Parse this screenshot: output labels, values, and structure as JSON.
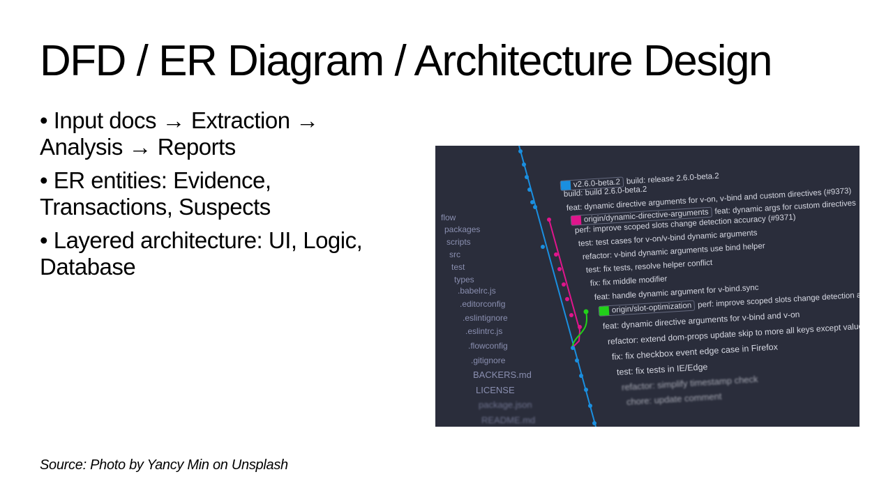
{
  "slide": {
    "title": "DFD / ER Diagram / Architecture Design",
    "bullets": [
      "• Input docs → Extraction → Analysis → Reports",
      "• ER entities: Evidence, Transactions, Suspects",
      "• Layered architecture: UI, Logic, Database"
    ],
    "source": "Source: Photo by Yancy Min on Unsplash"
  },
  "photo": {
    "files": [
      "flow",
      "packages",
      "scripts",
      "src",
      "test",
      "types",
      ".babelrc.js",
      ".editorconfig",
      ".eslintignore",
      ".eslintrc.js",
      ".flowconfig",
      ".gitignore",
      "BACKERS.md",
      "LICENSE",
      "package.json",
      "README.md"
    ],
    "tags": {
      "release": "v2.6.0-beta.2",
      "dynamic": "origin/dynamic-directive-arguments",
      "slot": "origin/slot-optimization"
    },
    "commits": [
      "build: release 2.6.0-beta.2",
      "build: build 2.6.0-beta.2",
      "feat: dynamic directive arguments for v-on, v-bind and custom directives (#9373)",
      "feat: dynamic args for custom directives",
      "perf: improve scoped slots change detection accuracy (#9371)",
      "test: test cases for v-on/v-bind dynamic arguments",
      "refactor: v-bind dynamic arguments use bind helper",
      "test: fix tests, resolve helper conflict",
      "fix: fix middle modifier",
      "feat: handle dynamic argument for v-bind.sync",
      "perf: improve scoped slots change detection accuracy",
      "feat: dynamic directive arguments for v-bind and v-on",
      "refactor: extend dom-props update skip to more all keys except value",
      "fix: fix checkbox event edge case in Firefox",
      "test: fix tests in IE/Edge",
      "refactor: simplify timestamp check",
      "chore: update comment"
    ],
    "colors": {
      "background": "#2a2d3b",
      "main_branch": "#1a8fe0",
      "pink_branch": "#e0158c",
      "green_branch": "#22d11a"
    }
  }
}
